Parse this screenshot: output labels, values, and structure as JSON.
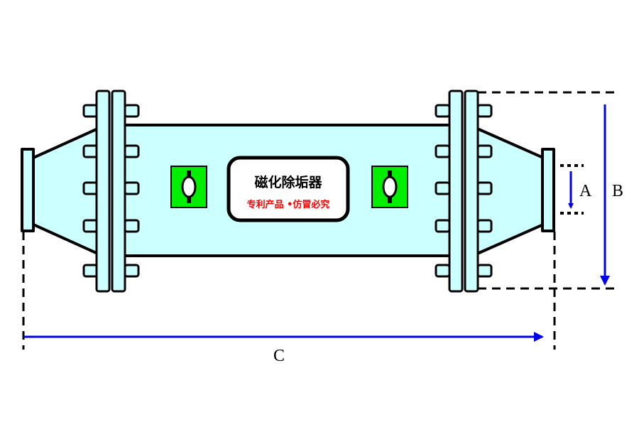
{
  "device": {
    "title": "磁化除垢器",
    "subtitle": "专利产品 •仿冒必究"
  },
  "dimensions": {
    "a_label": "A",
    "b_label": "B",
    "c_label": "C"
  },
  "colors": {
    "body_fill": "#ccffff",
    "window_fill": "#00ee00",
    "arrow": "#0000ee",
    "subtitle": "#ff0000"
  }
}
